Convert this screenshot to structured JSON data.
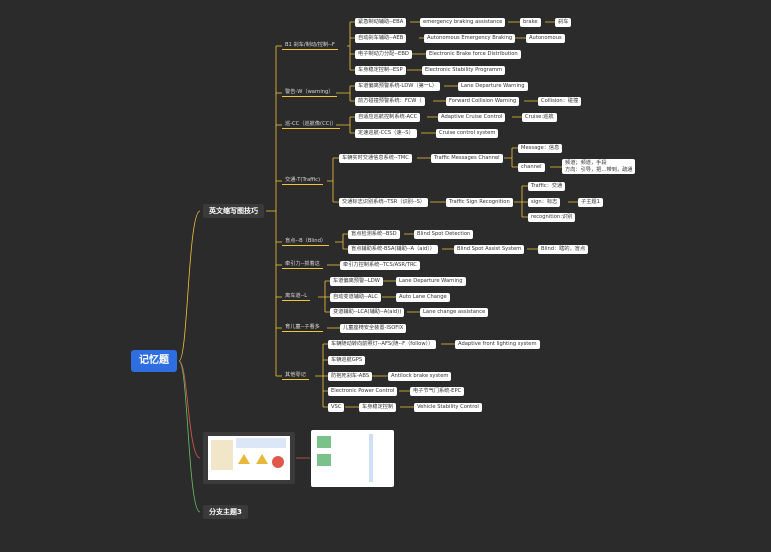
{
  "root": "记忆题",
  "branch1": "英文缩写图技巧",
  "branch3": "分支主题3",
  "nodes": {
    "b": "B1 刹车/制动/控制--F",
    "b_1": "紧急制动辅助--EBA",
    "b_1a": "emergency braking assistance",
    "b_1b": "brake",
    "b_1c": "刹车",
    "b_2": "自动刹车辅助--AEB",
    "b_2a": "Autonomous Emergency Braking",
    "b_2b": "Autonomous",
    "b_3": "电子制动力分配--EBD",
    "b_3a": "Electronic Brake force Distribution",
    "b_4": "车身稳定控制--ESP",
    "b_4a": "Electronic Stability Programm",
    "w": "警告-W（warning）",
    "w_1": "车道偏离预警系统-LDW（第一L）",
    "w_1a": "Lane Departure Warning",
    "w_2": "前方碰撞预警系统：FCW（",
    "w_2a": "Forward Collision Warning",
    "w_2b": "Collision：碰撞",
    "c": "巡-CC（巡航像(CC)）",
    "c_1": "自适应巡航控制系统-ACC",
    "c_1a": "Adaptive Cruise Control",
    "c_1b": "Cruise:巡航",
    "c_2": "定速巡航-CCS（速--S）",
    "c_2a": "Cruise control system",
    "t": "交通-T(Traffic)",
    "t_1": "车辆实时交通信息系统--TMC",
    "t_1a": "Traffic Messages Channel",
    "t_1b": "Message：信息",
    "t_1c": "channel",
    "t_1d": "频道；频道，手段\n方向：引导，把…带到，疏通",
    "t_2": "交通标志识别系统--TSR（识别--S）",
    "t_2a": "Traffic Sign Recognition",
    "t_2b": "Traffic：交通",
    "t_2c": "sign：标志",
    "t_2d": "子主题1",
    "t_2e": "recognition:识别",
    "bl": "盲点--B（Blind）",
    "bl_1": "盲点检测系统--BSD",
    "bl_1a": "Blind Spot Detection",
    "bl_2": "盲点辅助系统-BSA(辅助--A（aid））",
    "bl_2a": "Blind Spot Assist System",
    "bl_2b": "Blind：瞎的，盲点",
    "cs": "牵引力--抓着这",
    "cs_1": "牵引力控制系统--TCS/ASR/TRC",
    "lk": "离车道--L",
    "lk_1": "车道偏离预警--LDW",
    "lk_1a": "Lane Departure Warning",
    "lk_2": "自动变道辅助--ALC",
    "lk_2a": "Auto  Lane  Change",
    "lk_3": "变道辅助--LCA(辅助--A(aid))",
    "lk_3a": "Lane change assistance",
    "ch": "育儿童--子看多",
    "ch_1": "儿童座椅安全装置-ISOFIX",
    "ot": "其他零记",
    "ot_1": "车辆随动转向前照灯--AFS(随--F（follow））",
    "ot_1a": "Adaptive front lighting system",
    "ot_2": "车辆巡航GPS",
    "ot_3": "防抱死刹车-ABS",
    "ot_3a": "Antilock brake system",
    "ot_4": "Electronic Power Control",
    "ot_4a": "电子节气门系统-EPC",
    "ot_5": "VSC",
    "ot_5a": "车身稳定控制",
    "ot_5b": "Vehicle  Stability Control"
  },
  "colors": {
    "root": "#2f6ee0",
    "line_yellow": "#f4c338",
    "line_red": "#e0594d",
    "line_green": "#6ac06a"
  }
}
